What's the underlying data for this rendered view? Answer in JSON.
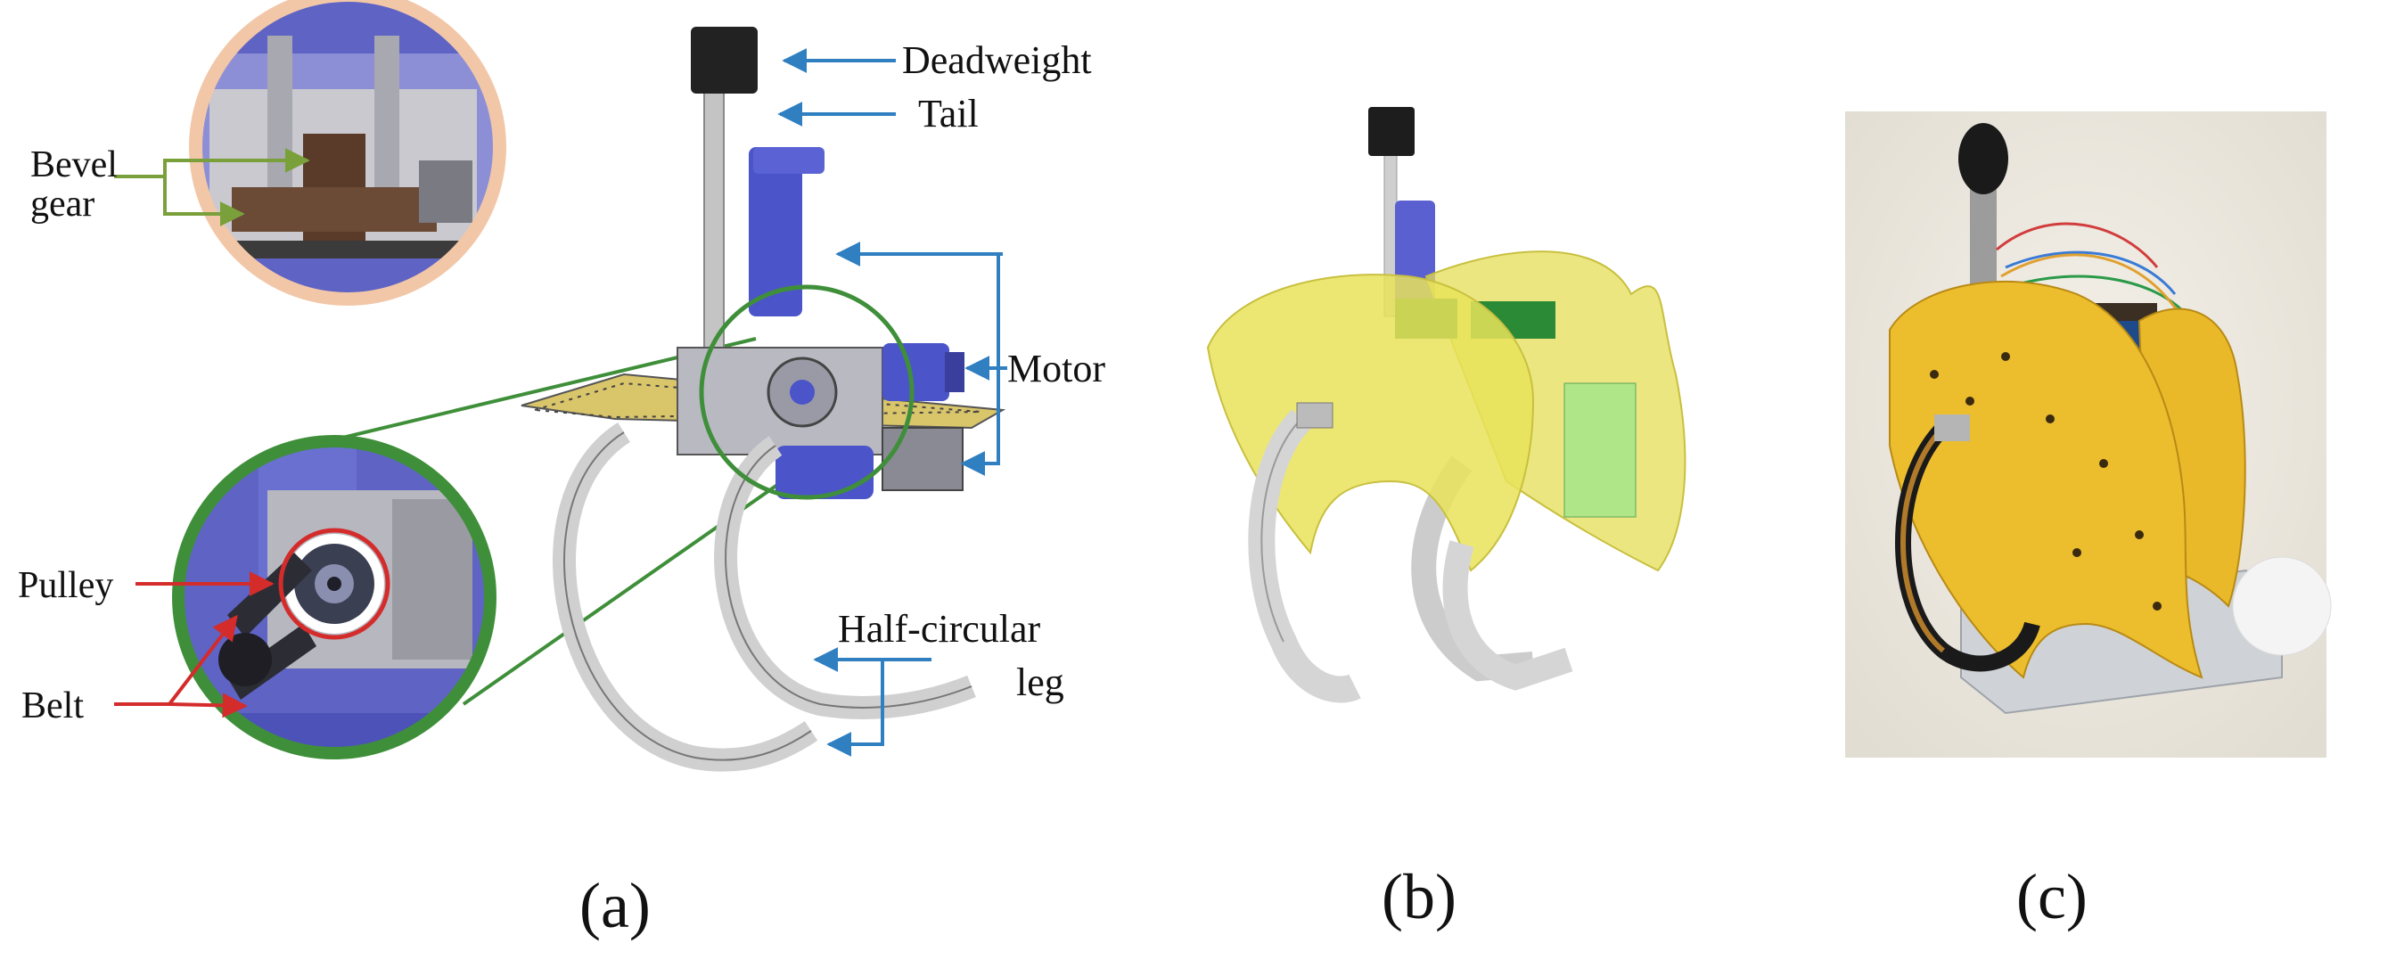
{
  "panel_a": {
    "caption": "(a)",
    "labels": {
      "bevel_line1": "Bevel",
      "bevel_line2": "gear",
      "deadweight": "Deadweight",
      "tail": "Tail",
      "motor": "Motor",
      "half_line1": "Half-circular",
      "half_line2": "leg",
      "pulley": "Pulley",
      "belt": "Belt"
    }
  },
  "panel_b": {
    "caption": "(b)"
  },
  "panel_c": {
    "caption": "(c)"
  },
  "colors": {
    "blue_arrow": "#2f7fc1",
    "green_arrow": "#7aa03c",
    "red_arrow": "#d42b2b",
    "zoom_circle": "#3f8f3a",
    "motor_blue": "#4b54c8",
    "leg_gray": "#d0d0d0",
    "body_yellow": "#e6de55",
    "board_yellow": "#e9b92a"
  }
}
